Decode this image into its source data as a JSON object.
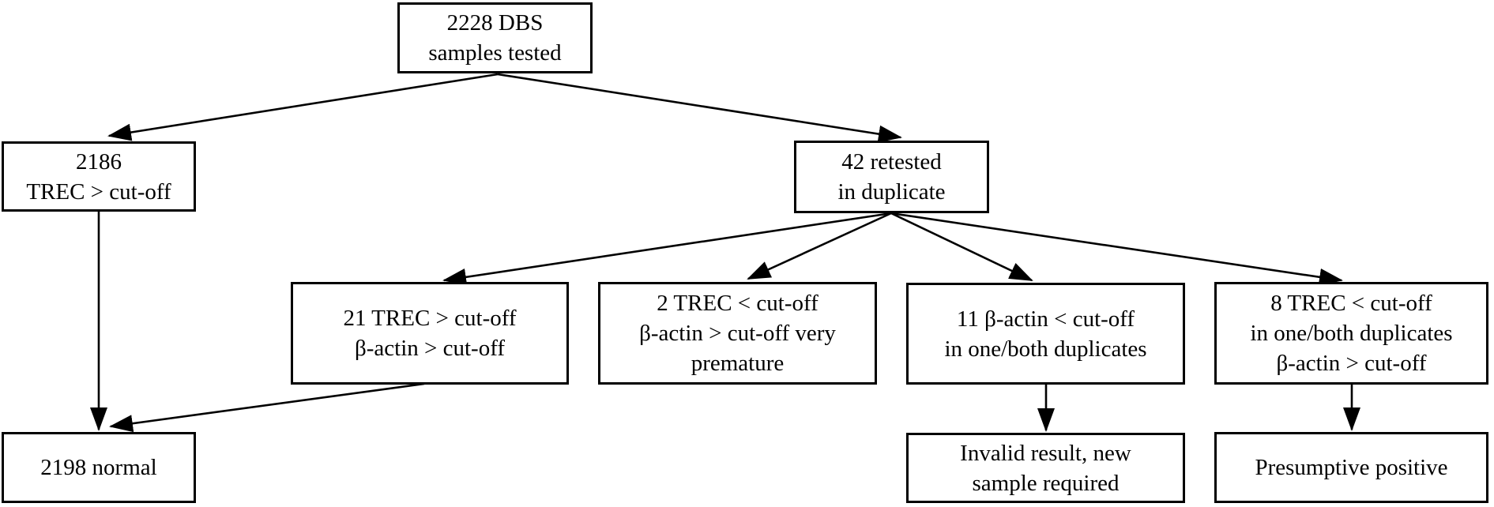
{
  "colors": {
    "background": "#ffffff",
    "line": "#000000",
    "text": "#000000"
  },
  "diagram": {
    "type": "flowchart",
    "nodes": {
      "samples_tested": {
        "label": "2228 DBS\nsamples tested"
      },
      "trec_above_cutoff": {
        "label": "2186\nTREC > cut-off"
      },
      "retested_in_duplicate": {
        "label": "42 retested\nin duplicate"
      },
      "retest_trec_above": {
        "label": "21 TREC > cut-off\nβ-actin > cut-off"
      },
      "retest_very_premature": {
        "label": "2 TREC < cut-off\nβ-actin > cut-off very\npremature"
      },
      "retest_bactin_below": {
        "label": "11 β-actin < cut-off\nin one/both duplicates"
      },
      "retest_trec_below": {
        "label": "8 TREC < cut-off\nin one/both duplicates\nβ-actin > cut-off"
      },
      "normal": {
        "label": "2198 normal"
      },
      "invalid_result": {
        "label": "Invalid result, new\nsample required"
      },
      "presumptive_positive": {
        "label": "Presumptive positive"
      }
    },
    "edges": [
      {
        "from": "samples_tested",
        "to": "trec_above_cutoff"
      },
      {
        "from": "samples_tested",
        "to": "retested_in_duplicate"
      },
      {
        "from": "trec_above_cutoff",
        "to": "normal"
      },
      {
        "from": "retest_trec_above",
        "to": "normal"
      },
      {
        "from": "retested_in_duplicate",
        "to": "retest_trec_above"
      },
      {
        "from": "retested_in_duplicate",
        "to": "retest_very_premature"
      },
      {
        "from": "retested_in_duplicate",
        "to": "retest_bactin_below"
      },
      {
        "from": "retested_in_duplicate",
        "to": "retest_trec_below"
      },
      {
        "from": "retest_bactin_below",
        "to": "invalid_result"
      },
      {
        "from": "retest_trec_below",
        "to": "presumptive_positive"
      }
    ]
  }
}
